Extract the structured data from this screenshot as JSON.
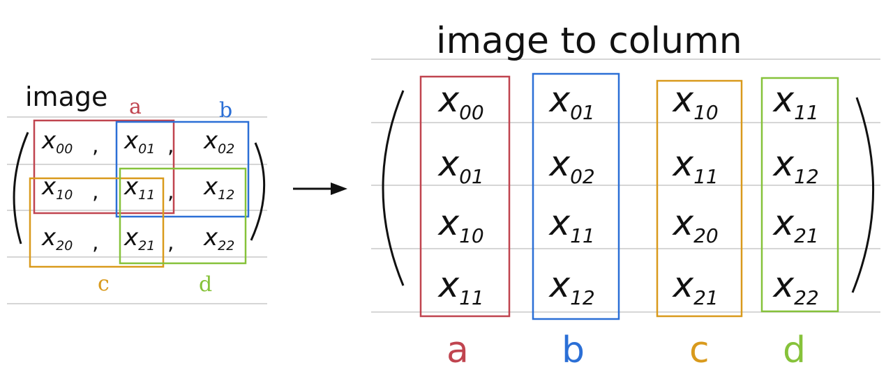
{
  "left": {
    "label": "image",
    "box_labels": {
      "a": "a",
      "b": "b",
      "c": "c",
      "d": "d"
    },
    "sep": ",",
    "grid": [
      [
        {
          "base": "x",
          "sub": "00"
        },
        {
          "base": "x",
          "sub": "01"
        },
        {
          "base": "x",
          "sub": "02"
        }
      ],
      [
        {
          "base": "x",
          "sub": "10"
        },
        {
          "base": "x",
          "sub": "11"
        },
        {
          "base": "x",
          "sub": "12"
        }
      ],
      [
        {
          "base": "x",
          "sub": "20"
        },
        {
          "base": "x",
          "sub": "21"
        },
        {
          "base": "x",
          "sub": "22"
        }
      ]
    ]
  },
  "right": {
    "title": "image to column",
    "columns": [
      {
        "label": "a",
        "cells": [
          {
            "base": "x",
            "sub": "00"
          },
          {
            "base": "x",
            "sub": "01"
          },
          {
            "base": "x",
            "sub": "10"
          },
          {
            "base": "x",
            "sub": "11"
          }
        ]
      },
      {
        "label": "b",
        "cells": [
          {
            "base": "x",
            "sub": "01"
          },
          {
            "base": "x",
            "sub": "02"
          },
          {
            "base": "x",
            "sub": "11"
          },
          {
            "base": "x",
            "sub": "12"
          }
        ]
      },
      {
        "label": "c",
        "cells": [
          {
            "base": "x",
            "sub": "10"
          },
          {
            "base": "x",
            "sub": "11"
          },
          {
            "base": "x",
            "sub": "20"
          },
          {
            "base": "x",
            "sub": "21"
          }
        ]
      },
      {
        "label": "d",
        "cells": [
          {
            "base": "x",
            "sub": "11"
          },
          {
            "base": "x",
            "sub": "12"
          },
          {
            "base": "x",
            "sub": "21"
          },
          {
            "base": "x",
            "sub": "22"
          }
        ]
      }
    ]
  },
  "colors": {
    "a": "#c0444f",
    "b": "#2b6fd6",
    "c": "#d99a1c",
    "d": "#86c23a",
    "rule": "#d6d6d6",
    "ink": "#111111"
  }
}
